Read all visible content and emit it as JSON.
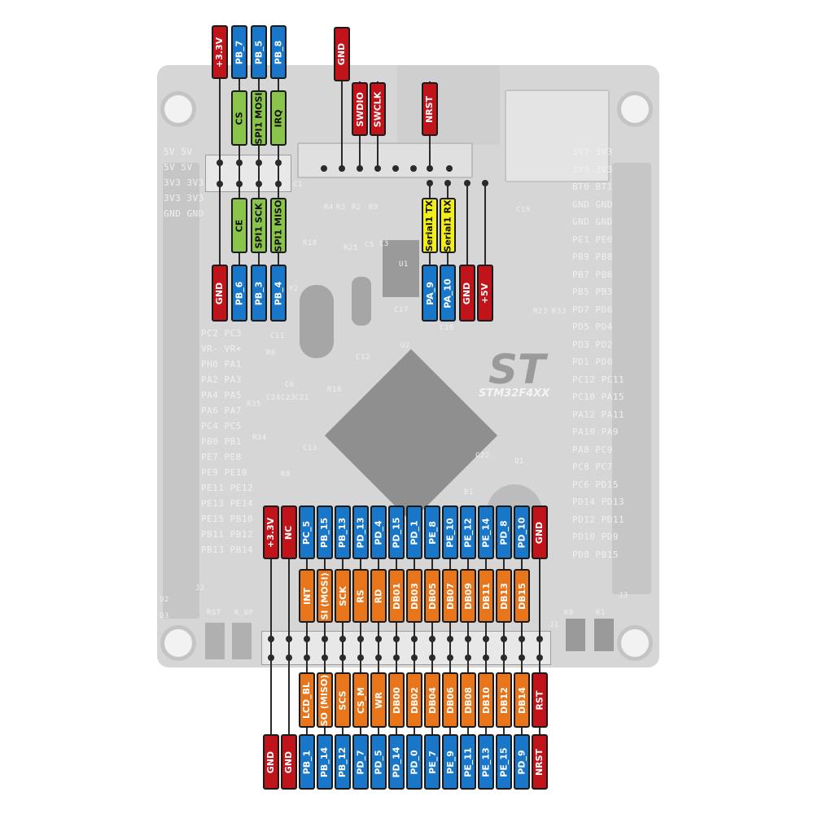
{
  "board": {
    "logo": "ST",
    "name": "STM32F4XX",
    "silk_left": [
      "5V 5V",
      "5V 5V",
      "3V3 3V3",
      "3V3 3V3",
      "GND GND",
      "PC2 PC3",
      "VR- VR+",
      "PH0 PA1",
      "PA2 PA3",
      "PA4 PA5",
      "PA6 PA7",
      "PC4 PC5",
      "PB0 PB1",
      "PE7 PE8",
      "PE9 PE10",
      "PE11 PE12",
      "PE13 PE14",
      "PE15 PB10",
      "PB11 PB12",
      "PB13 PB14"
    ],
    "silk_right": [
      "3V3 3V3",
      "3V3 3V3",
      "BT0 BT1",
      "GND GND",
      "GND GND",
      "PE1 PE0",
      "PB9 PB8",
      "PB7 PB6",
      "PB5 PB3",
      "PD7 PD6",
      "PD5 PD4",
      "PD3 PD2",
      "PD1 PD0",
      "PC12 PC11",
      "PC10 PA15",
      "PA12 PA11",
      "PA10 PA9",
      "PA8 PC9",
      "PC8 PC7",
      "PC6 PD15",
      "PD14 PD13",
      "PD12 PD11",
      "PD10 PD9",
      "PD8 PB15"
    ],
    "silk_misc": [
      "Y2",
      "U2",
      "U1",
      "C12",
      "C11",
      "C6",
      "C13",
      "C16",
      "C17",
      "C22",
      "C19",
      "C1",
      "C3",
      "C5",
      "R4",
      "R3",
      "R2",
      "R9",
      "R10",
      "R6",
      "R8",
      "R18",
      "R25",
      "R23",
      "R33",
      "R34",
      "R35",
      "C24",
      "C23",
      "C21",
      "J1",
      "J2",
      "J3",
      "D2",
      "D3",
      "RST",
      "K_UP",
      "K0",
      "K1",
      "B1",
      "Q1"
    ]
  },
  "swd": {
    "top": [
      {
        "text": "GND",
        "color": "red"
      },
      {
        "text": "SWDIO",
        "color": "red"
      },
      {
        "text": "SWCLK",
        "color": "red"
      },
      {
        "text": "NRST",
        "color": "red"
      }
    ],
    "bottom_func": [
      {
        "text": "Serial1 TX",
        "color": "yellow"
      },
      {
        "text": "Serial1 RX",
        "color": "yellow"
      }
    ],
    "bottom_pins": [
      {
        "text": "PA_9",
        "color": "blue"
      },
      {
        "text": "PA_10",
        "color": "blue"
      },
      {
        "text": "GND",
        "color": "red"
      },
      {
        "text": "+5V",
        "color": "red"
      }
    ]
  },
  "nrf": {
    "top_pins": [
      {
        "text": "+3.3V",
        "color": "red"
      },
      {
        "text": "PB_7",
        "color": "blue"
      },
      {
        "text": "PB_5",
        "color": "blue"
      },
      {
        "text": "PB_8",
        "color": "blue"
      }
    ],
    "top_func": [
      {
        "text": "CS",
        "color": "green"
      },
      {
        "text": "SPI1 MOSI",
        "color": "green"
      },
      {
        "text": "IRQ",
        "color": "green"
      }
    ],
    "bottom_func": [
      {
        "text": "CE",
        "color": "green"
      },
      {
        "text": "SPI1 SCK",
        "color": "green"
      },
      {
        "text": "SPI1 MISO",
        "color": "green"
      }
    ],
    "bottom_pins": [
      {
        "text": "GND",
        "color": "red"
      },
      {
        "text": "PB_6",
        "color": "blue"
      },
      {
        "text": "PB_3",
        "color": "blue"
      },
      {
        "text": "PB_4",
        "color": "blue"
      }
    ]
  },
  "lcd": {
    "top_pins": [
      {
        "text": "+3.3V",
        "color": "red"
      },
      {
        "text": "NC",
        "color": "red"
      },
      {
        "text": "PC_5",
        "color": "blue"
      },
      {
        "text": "PB_15",
        "color": "blue"
      },
      {
        "text": "PB_13",
        "color": "blue"
      },
      {
        "text": "PD_13",
        "color": "blue"
      },
      {
        "text": "PD_4",
        "color": "blue"
      },
      {
        "text": "PD_15",
        "color": "blue"
      },
      {
        "text": "PD_1",
        "color": "blue"
      },
      {
        "text": "PE_8",
        "color": "blue"
      },
      {
        "text": "PE_10",
        "color": "blue"
      },
      {
        "text": "PE_12",
        "color": "blue"
      },
      {
        "text": "PE_14",
        "color": "blue"
      },
      {
        "text": "PD_8",
        "color": "blue"
      },
      {
        "text": "PD_10",
        "color": "blue"
      },
      {
        "text": "GND",
        "color": "red"
      }
    ],
    "top_func": [
      {
        "text": "INT",
        "color": "orange"
      },
      {
        "text": "SI (MOSI)",
        "color": "orange"
      },
      {
        "text": "SCK",
        "color": "orange"
      },
      {
        "text": "RS",
        "color": "orange"
      },
      {
        "text": "RD",
        "color": "orange"
      },
      {
        "text": "DB01",
        "color": "orange"
      },
      {
        "text": "DB03",
        "color": "orange"
      },
      {
        "text": "DB05",
        "color": "orange"
      },
      {
        "text": "DB07",
        "color": "orange"
      },
      {
        "text": "DB09",
        "color": "orange"
      },
      {
        "text": "DB11",
        "color": "orange"
      },
      {
        "text": "DB13",
        "color": "orange"
      },
      {
        "text": "DB15",
        "color": "orange"
      }
    ],
    "bottom_func": [
      {
        "text": "LCD_BL",
        "color": "orange"
      },
      {
        "text": "SO (MISO)",
        "color": "orange"
      },
      {
        "text": "SCS",
        "color": "orange"
      },
      {
        "text": "CS_M",
        "color": "orange"
      },
      {
        "text": "WR",
        "color": "orange"
      },
      {
        "text": "DB00",
        "color": "orange"
      },
      {
        "text": "DB02",
        "color": "orange"
      },
      {
        "text": "DB04",
        "color": "orange"
      },
      {
        "text": "DB06",
        "color": "orange"
      },
      {
        "text": "DB08",
        "color": "orange"
      },
      {
        "text": "DB10",
        "color": "orange"
      },
      {
        "text": "DB12",
        "color": "orange"
      },
      {
        "text": "DB14",
        "color": "orange"
      },
      {
        "text": "RST",
        "color": "red"
      }
    ],
    "bottom_pins": [
      {
        "text": "GND",
        "color": "red"
      },
      {
        "text": "GND",
        "color": "red"
      },
      {
        "text": "PB_1",
        "color": "blue"
      },
      {
        "text": "PB_14",
        "color": "blue"
      },
      {
        "text": "PB_12",
        "color": "blue"
      },
      {
        "text": "PD_7",
        "color": "blue"
      },
      {
        "text": "PD_5",
        "color": "blue"
      },
      {
        "text": "PD_14",
        "color": "blue"
      },
      {
        "text": "PD_0",
        "color": "blue"
      },
      {
        "text": "PE_7",
        "color": "blue"
      },
      {
        "text": "PE_9",
        "color": "blue"
      },
      {
        "text": "PE_11",
        "color": "blue"
      },
      {
        "text": "PE_13",
        "color": "blue"
      },
      {
        "text": "PE_15",
        "color": "blue"
      },
      {
        "text": "PD_9",
        "color": "blue"
      },
      {
        "text": "NRST",
        "color": "red"
      }
    ]
  }
}
